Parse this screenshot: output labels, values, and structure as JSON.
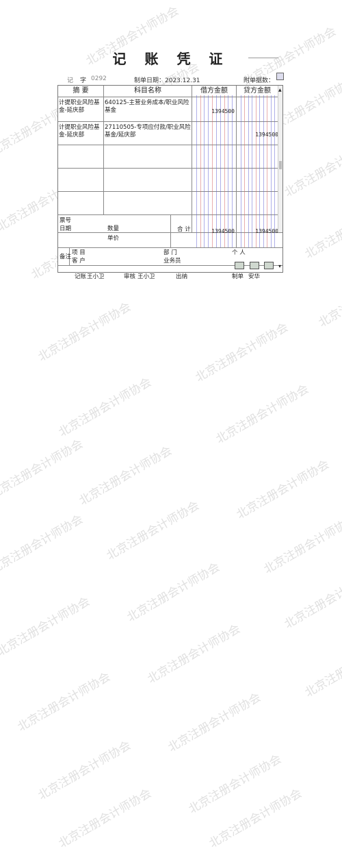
{
  "voucher": {
    "title": "记 账 凭 证",
    "type_label": "记",
    "zi_label": "字",
    "voucher_no": "0292",
    "date_label": "制单日期：2023.12.31",
    "attach_label": "附单据数：",
    "headers": {
      "summary": "摘 要",
      "account": "科目名称",
      "debit": "借方金额",
      "credit": "贷方金额"
    },
    "rows": [
      {
        "summary": "计提职业风险基金-延庆部",
        "account": "640125-主营业务成本/职业风险基金",
        "debit": "1394500",
        "credit": ""
      },
      {
        "summary": "计提职业风险基金-延庆部",
        "account": "27110505-专项应付款/职业风险基金/延庆部",
        "debit": "",
        "credit": "1394500"
      }
    ],
    "ticket_no_label": "票号",
    "date_row_label": "日期",
    "qty_label": "数量",
    "price_label": "单价",
    "total_label": "合 计",
    "total_debit": "1394500",
    "total_credit": "1394500",
    "remark_label": "备注",
    "project_label": "项 目",
    "customer_label": "客 户",
    "department_label": "部 门",
    "salesman_label": "业务员",
    "personal_label": "个 人",
    "bookkeeper_label": "记账",
    "bookkeeper_name": "王小卫",
    "reviewer_label": "审核",
    "reviewer_name": "王小卫",
    "cashier_label": "出纳",
    "preparer_label": "制单",
    "preparer_name": "安华",
    "scroll_up": "▲",
    "dropdown": "▾"
  },
  "watermark": "北京注册会计师协会",
  "colors": {
    "grid_blue": "#6b6bd6",
    "grid_red": "#d66b6b"
  }
}
